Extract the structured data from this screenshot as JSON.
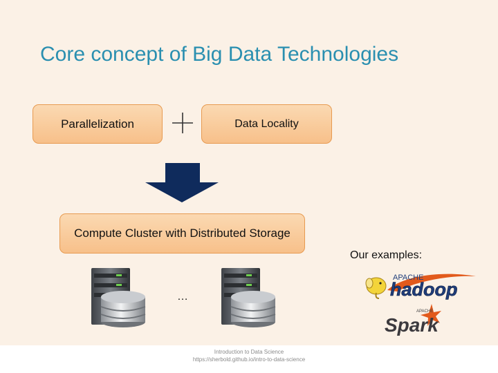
{
  "title": "Core concept of Big Data Technologies",
  "box_left": "Parallelization",
  "box_right": "Data Locality",
  "box_result": "Compute Cluster with Distributed Storage",
  "examples_label": "Our examples:",
  "ellipsis": "…",
  "logos": {
    "hadoop_top": "APACHE",
    "hadoop_main": "hadoop",
    "spark_top": "APACHE",
    "spark_main": "Spark"
  },
  "footer": {
    "line1": "Introduction to Data Science",
    "line2": "https://sherbold.github.io/intro-to-data-science"
  },
  "colors": {
    "title": "#2a8fb0",
    "box_fill": "#f7c08a",
    "box_border": "#e79a50",
    "arrow": "#0f2b5c",
    "spark_orange": "#e25a1c"
  },
  "icons": [
    "plus-icon",
    "down-arrow-icon",
    "server-icon",
    "hadoop-logo",
    "spark-logo"
  ]
}
